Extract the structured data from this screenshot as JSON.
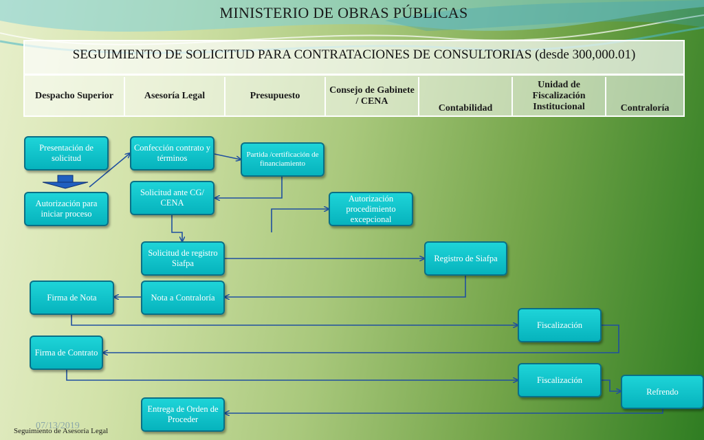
{
  "title": "MINISTERIO DE OBRAS PÚBLICAS",
  "subtitle": "SEGUIMIENTO DE SOLICITUD PARA CONTRATACIONES DE CONSULTORIAS (desde 300,000.01)",
  "columns": [
    "Despacho Superior",
    "Asesoría Legal",
    "Presupuesto",
    "Consejo de Gabinete / CENA",
    "Contabilidad",
    "Unidad de Fiscalización Institucional",
    "Contraloría"
  ],
  "nodes": {
    "presentacion": "Presentación de solicitud",
    "autorizacion_iniciar": "Autorización para iniciar proceso",
    "confeccion": "Confección contrato y términos",
    "solicitud_cg": "Solicitud  ante CG/ CENA",
    "partida": "Partida /certificación de financiamiento",
    "autorizacion_excepcional": "Autorización procedimiento excepcional",
    "solicitud_siafpa": "Solicitud de registro Siafpa",
    "registro_siafpa": "Registro de Siafpa",
    "firma_nota": "Firma de Nota",
    "nota_contraloria": "Nota  a Contraloría",
    "fiscalizacion_1": "Fiscalización",
    "firma_contrato": "Firma de Contrato",
    "fiscalizacion_2": "Fiscalización",
    "refrendo": "Refrendo",
    "entrega_orden": "Entrega de Orden de Proceder"
  },
  "footer": {
    "date": "07/13/2019",
    "text": "Seguimiento de Asesoría Legal"
  },
  "colors": {
    "box_fill": "#0bbfc8",
    "box_border": "#0a6f86",
    "arrow": "#1f4fa0",
    "down_arrow": "#1f5fc0"
  }
}
